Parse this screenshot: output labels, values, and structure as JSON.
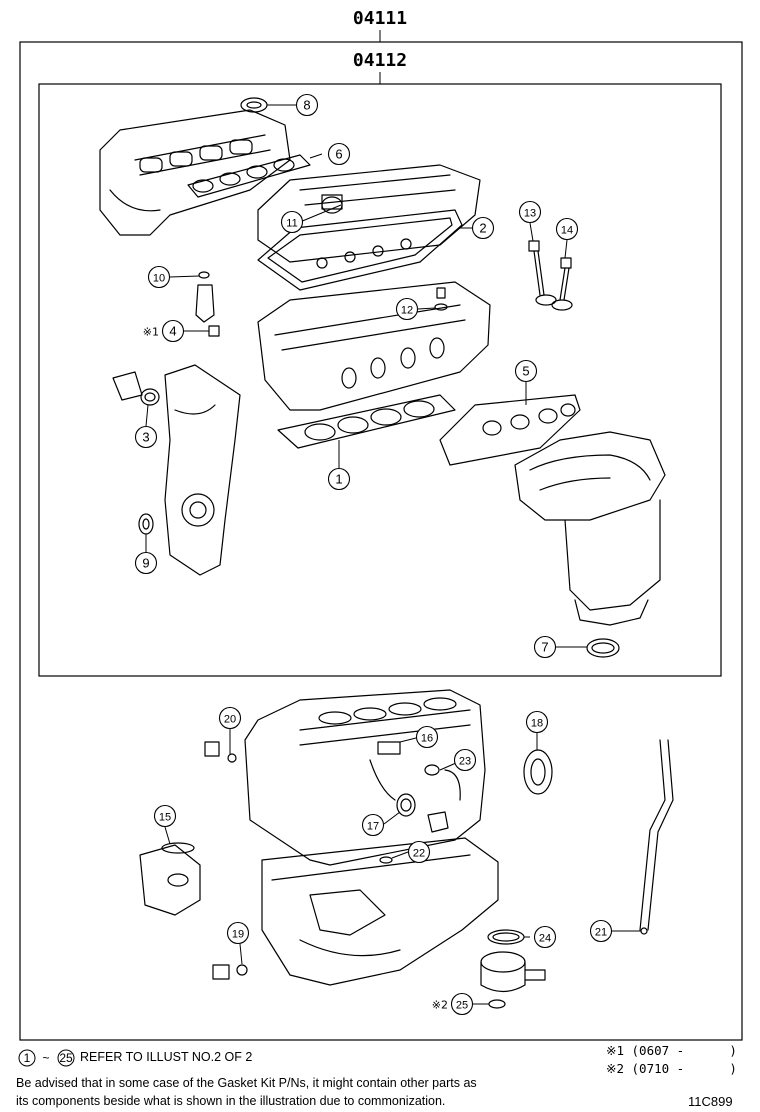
{
  "header": {
    "code_outer": "04111",
    "code_inner": "04112"
  },
  "callouts": [
    {
      "id": "c1",
      "label": "1"
    },
    {
      "id": "c2",
      "label": "2"
    },
    {
      "id": "c3",
      "label": "3"
    },
    {
      "id": "c4",
      "label": "4",
      "prefix": "※1"
    },
    {
      "id": "c5",
      "label": "5"
    },
    {
      "id": "c6",
      "label": "6"
    },
    {
      "id": "c7",
      "label": "7"
    },
    {
      "id": "c8",
      "label": "8"
    },
    {
      "id": "c9",
      "label": "9"
    },
    {
      "id": "c10",
      "label": "10"
    },
    {
      "id": "c11",
      "label": "11"
    },
    {
      "id": "c12",
      "label": "12"
    },
    {
      "id": "c13",
      "label": "13"
    },
    {
      "id": "c14",
      "label": "14"
    },
    {
      "id": "c15",
      "label": "15"
    },
    {
      "id": "c16",
      "label": "16"
    },
    {
      "id": "c17",
      "label": "17"
    },
    {
      "id": "c18",
      "label": "18"
    },
    {
      "id": "c19",
      "label": "19"
    },
    {
      "id": "c20",
      "label": "20"
    },
    {
      "id": "c21",
      "label": "21"
    },
    {
      "id": "c22",
      "label": "22"
    },
    {
      "id": "c23",
      "label": "23"
    },
    {
      "id": "c24",
      "label": "24"
    },
    {
      "id": "c25",
      "label": "25",
      "prefix": "※2"
    }
  ],
  "notes": {
    "range_start": "1",
    "range_sep": "~",
    "range_end": "25",
    "refer_text": "REFER TO ILLUST NO.2 OF 2",
    "footnote1": "※1 (0607 -      )",
    "footnote2": "※2 (0710 -      )",
    "advice_line1": "Be advised that in some case of the Gasket Kit P/Ns,  it might contain other parts as",
    "advice_line2": "its components beside what is shown in the illustration due to commonization.",
    "figure_code": "11C899"
  }
}
